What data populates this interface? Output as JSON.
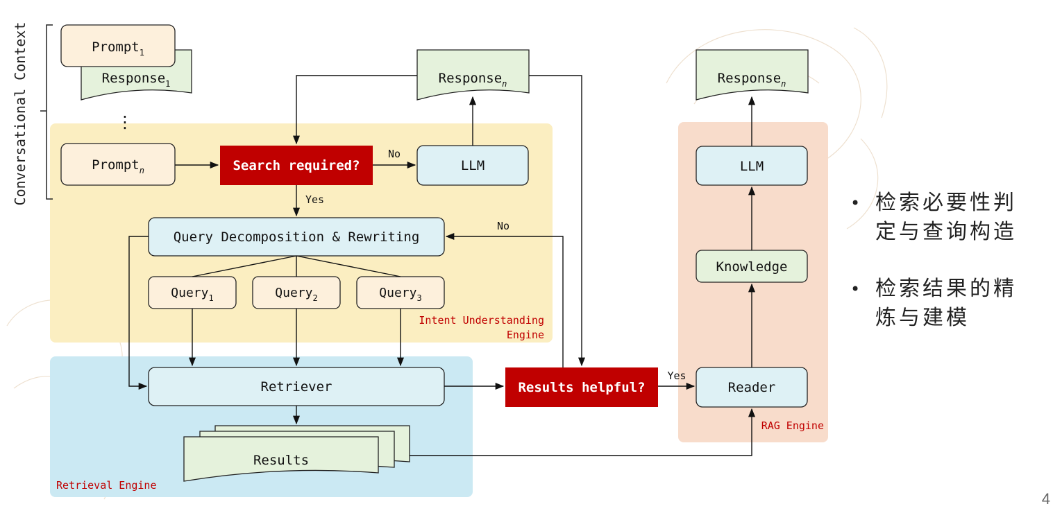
{
  "diagram": {
    "side_label": "Conversational Context",
    "nodes": {
      "prompt1": {
        "base": "Prompt",
        "sub": "1"
      },
      "response1": {
        "base": "Response",
        "sub": "1"
      },
      "ellipsis": "⋮",
      "promptn": {
        "base": "Prompt",
        "sub": "n"
      },
      "search_required": "Search required?",
      "llm_top": "LLM",
      "response_n_top": {
        "base": "Response",
        "sub": "n"
      },
      "query_decomp": "Query Decomposition & Rewriting",
      "query1": {
        "base": "Query",
        "sub": "1"
      },
      "query2": {
        "base": "Query",
        "sub": "2"
      },
      "query3": {
        "base": "Query",
        "sub": "3"
      },
      "retriever": "Retriever",
      "results": "Results",
      "results_helpful": "Results helpful?",
      "reader": "Reader",
      "knowledge": "Knowledge",
      "llm_rag": "LLM",
      "response_n_rag": {
        "base": "Response",
        "sub": "n"
      }
    },
    "edge_labels": {
      "no_search": "No",
      "yes_search": "Yes",
      "no_helpful": "No",
      "yes_helpful": "Yes"
    },
    "regions": {
      "intent_line1": "Intent Understanding",
      "intent_line2": "Engine",
      "retrieval": "Retrieval Engine",
      "rag": "RAG Engine"
    },
    "colors": {
      "prompt_fill": "#fdf0dc",
      "response_fill": "#e5f2dc",
      "process_fill": "#def1f5",
      "decision_fill": "#c00000",
      "intent_region": "#fbeec1",
      "retrieval_region": "#cbe9f3",
      "rag_region": "#f8dccb",
      "region_label": "#c00000"
    }
  },
  "bullets": [
    {
      "marker": "•",
      "lines": [
        "检索必要性判",
        "定与查询构造"
      ]
    },
    {
      "marker": "•",
      "lines": [
        "检索结果的精",
        "炼与建模"
      ]
    }
  ],
  "page_number": "4"
}
